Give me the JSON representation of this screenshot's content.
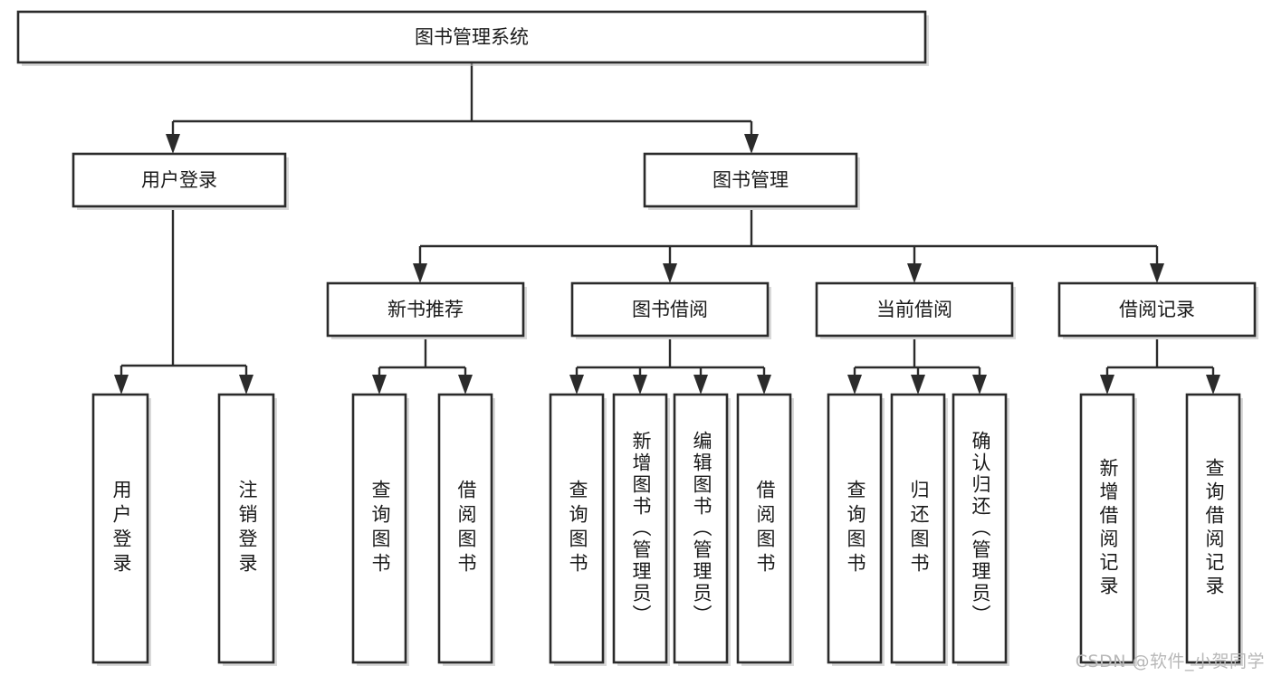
{
  "diagram": {
    "type": "tree",
    "title": "图书管理系统",
    "orientation": "top-down",
    "watermark": "CSDN @软件_小贺同学",
    "colors": {
      "box_fill": "#ffffff",
      "box_stroke": "#2b2b2b",
      "edge": "#2b2b2b",
      "text": "#1a1a1a",
      "watermark": "#b8b8b8"
    },
    "nodes": {
      "root": {
        "label": "图书管理系统",
        "level": 1,
        "orientation": "horizontal"
      },
      "l2": [
        {
          "id": "user-login",
          "label": "用户登录",
          "level": 2,
          "orientation": "horizontal"
        },
        {
          "id": "book-manage",
          "label": "图书管理",
          "level": 2,
          "orientation": "horizontal"
        }
      ],
      "l3": [
        {
          "id": "new-book-rec",
          "label": "新书推荐",
          "level": 3,
          "orientation": "horizontal",
          "parent": "book-manage"
        },
        {
          "id": "book-borrow",
          "label": "图书借阅",
          "level": 3,
          "orientation": "horizontal",
          "parent": "book-manage"
        },
        {
          "id": "current-borrow",
          "label": "当前借阅",
          "level": 3,
          "orientation": "horizontal",
          "parent": "book-manage"
        },
        {
          "id": "borrow-record",
          "label": "借阅记录",
          "level": 3,
          "orientation": "horizontal",
          "parent": "book-manage"
        }
      ],
      "leaves": [
        {
          "id": "leaf-user-login",
          "label": "用户登录",
          "parent": "user-login",
          "orientation": "vertical"
        },
        {
          "id": "leaf-logout",
          "label": "注销登录",
          "parent": "user-login",
          "orientation": "vertical"
        },
        {
          "id": "leaf-query-book-1",
          "label": "查询图书",
          "parent": "new-book-rec",
          "orientation": "vertical"
        },
        {
          "id": "leaf-borrow-book-1",
          "label": "借阅图书",
          "parent": "new-book-rec",
          "orientation": "vertical"
        },
        {
          "id": "leaf-query-book-2",
          "label": "查询图书",
          "parent": "book-borrow",
          "orientation": "vertical"
        },
        {
          "id": "leaf-add-book",
          "label": "新增图书（管理员）",
          "parent": "book-borrow",
          "orientation": "vertical"
        },
        {
          "id": "leaf-edit-book",
          "label": "编辑图书（管理员）",
          "parent": "book-borrow",
          "orientation": "vertical"
        },
        {
          "id": "leaf-borrow-book-2",
          "label": "借阅图书",
          "parent": "book-borrow",
          "orientation": "vertical"
        },
        {
          "id": "leaf-query-book-3",
          "label": "查询图书",
          "parent": "current-borrow",
          "orientation": "vertical"
        },
        {
          "id": "leaf-return-book",
          "label": "归还图书",
          "parent": "current-borrow",
          "orientation": "vertical"
        },
        {
          "id": "leaf-confirm-return",
          "label": "确认归还（管理员）",
          "parent": "current-borrow",
          "orientation": "vertical"
        },
        {
          "id": "leaf-add-record",
          "label": "新增借阅记录",
          "parent": "borrow-record",
          "orientation": "vertical"
        },
        {
          "id": "leaf-query-record",
          "label": "查询借阅记录",
          "parent": "borrow-record",
          "orientation": "vertical"
        }
      ]
    }
  }
}
